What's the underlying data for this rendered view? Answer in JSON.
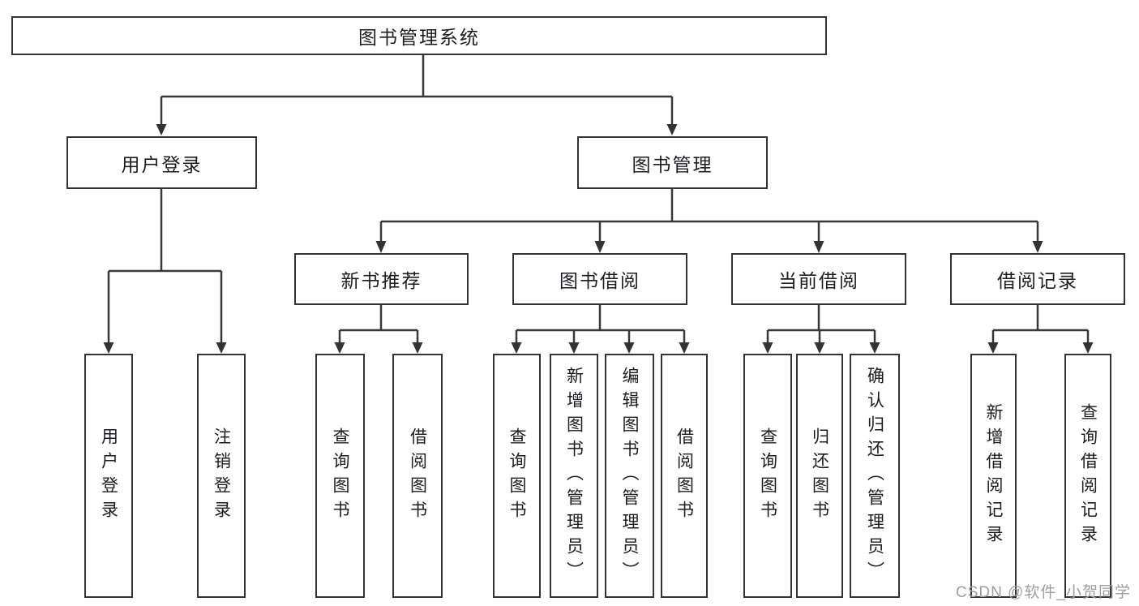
{
  "diagram": {
    "title": "图书管理系统",
    "nodes": {
      "root": "图书管理系统",
      "user_login": "用户登录",
      "book_management": "图书管理",
      "new_book_recommend": "新书推荐",
      "book_borrowing": "图书借阅",
      "current_borrowing": "当前借阅",
      "borrowing_records": "借阅记录",
      "leaf_user_login": "用户登录",
      "leaf_logout": "注销登录",
      "leaf_nb_query_books": "查询图书",
      "leaf_nb_borrow_books": "借阅图书",
      "leaf_bb_query_books": "查询图书",
      "leaf_bb_add_books_admin": "新增图书（管理员）",
      "leaf_bb_edit_books_admin": "编辑图书（管理员）",
      "leaf_bb_borrow_books": "借阅图书",
      "leaf_cb_query_books": "查询图书",
      "leaf_cb_return_books": "归还图书",
      "leaf_cb_confirm_return_admin": "确认归还（管理员）",
      "leaf_br_add_record": "新增借阅记录",
      "leaf_br_query_record": "查询借阅记录"
    },
    "hierarchy": {
      "图书管理系统": {
        "用户登录": [
          "用户登录",
          "注销登录"
        ],
        "图书管理": {
          "新书推荐": [
            "查询图书",
            "借阅图书"
          ],
          "图书借阅": [
            "查询图书",
            "新增图书（管理员）",
            "编辑图书（管理员）",
            "借阅图书"
          ],
          "当前借阅": [
            "查询图书",
            "归还图书",
            "确认归还（管理员）"
          ],
          "借阅记录": [
            "新增借阅记录",
            "查询借阅记录"
          ]
        }
      }
    },
    "watermark": "CSDN @软件_小贺同学",
    "colors": {
      "line": "#383838",
      "box_border": "#333333",
      "text": "#1d1d1f",
      "watermark": "#9e9e9e",
      "background": "#ffffff"
    }
  }
}
